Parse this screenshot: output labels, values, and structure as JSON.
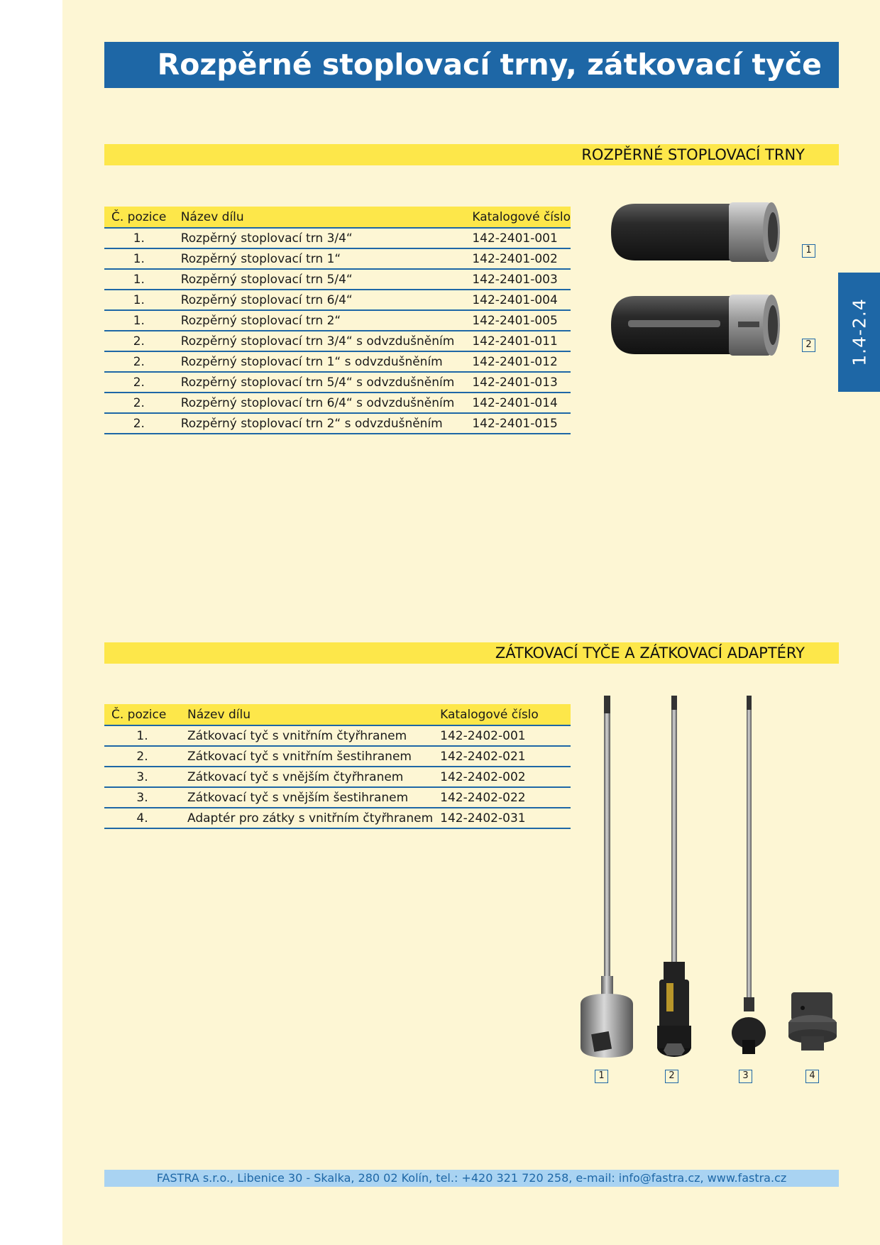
{
  "header": {
    "title": "Rozpěrné stoplovací trny, zátkovací tyče"
  },
  "side_tab": {
    "label": "1.4-2.4"
  },
  "section1": {
    "heading": "ROZPĚRNÉ STOPLOVACÍ TRNY",
    "columns": [
      "Č. pozice",
      "Název dílu",
      "Katalogové číslo"
    ],
    "rows": [
      {
        "pos": "1.",
        "name": "Rozpěrný stoplovací trn 3/4“",
        "code": "142-2401-001"
      },
      {
        "pos": "1.",
        "name": "Rozpěrný stoplovací trn 1“",
        "code": "142-2401-002"
      },
      {
        "pos": "1.",
        "name": "Rozpěrný stoplovací trn 5/4“",
        "code": "142-2401-003"
      },
      {
        "pos": "1.",
        "name": "Rozpěrný stoplovací trn 6/4“",
        "code": "142-2401-004"
      },
      {
        "pos": "1.",
        "name": "Rozpěrný stoplovací trn 2“",
        "code": "142-2401-005"
      },
      {
        "pos": "2.",
        "name": "Rozpěrný stoplovací trn 3/4“ s odvzdušněním",
        "code": "142-2401-011"
      },
      {
        "pos": "2.",
        "name": "Rozpěrný stoplovací trn 1“ s odvzdušněním",
        "code": "142-2401-012"
      },
      {
        "pos": "2.",
        "name": "Rozpěrný stoplovací trn 5/4“ s odvzdušněním",
        "code": "142-2401-013"
      },
      {
        "pos": "2.",
        "name": "Rozpěrný stoplovací trn 6/4“ s odvzdušněním",
        "code": "142-2401-014"
      },
      {
        "pos": "2.",
        "name": "Rozpěrný stoplovací trn 2“  s odvzdušněním",
        "code": "142-2401-015"
      }
    ],
    "image_labels": [
      "1",
      "2"
    ]
  },
  "section2": {
    "heading": "ZÁTKOVACÍ TYČE A ZÁTKOVACÍ ADAPTÉRY",
    "columns": [
      "Č. pozice",
      "Název dílu",
      "Katalogové číslo"
    ],
    "rows": [
      {
        "pos": "1.",
        "name": "Zátkovací tyč s vnitřním čtyřhranem",
        "code": "142-2402-001"
      },
      {
        "pos": "2.",
        "name": "Zátkovací tyč s vnitřním šestihranem",
        "code": "142-2402-021"
      },
      {
        "pos": "3.",
        "name": "Zátkovací tyč s vnějším čtyřhranem",
        "code": "142-2402-002"
      },
      {
        "pos": "3.",
        "name": "Zátkovací tyč s vnějším šestihranem",
        "code": "142-2402-022"
      },
      {
        "pos": "4.",
        "name": "Adaptér pro zátky s vnitřním čtyřhranem",
        "code": "142-2402-031"
      }
    ],
    "image_labels": [
      "1",
      "2",
      "3",
      "4"
    ]
  },
  "footer": {
    "text": "FASTRA s.r.o., Libenice 30 - Skalka, 280 02 Kolín, tel.: +420 321 720 258, e-mail: info@fastra.cz, www.fastra.cz"
  }
}
